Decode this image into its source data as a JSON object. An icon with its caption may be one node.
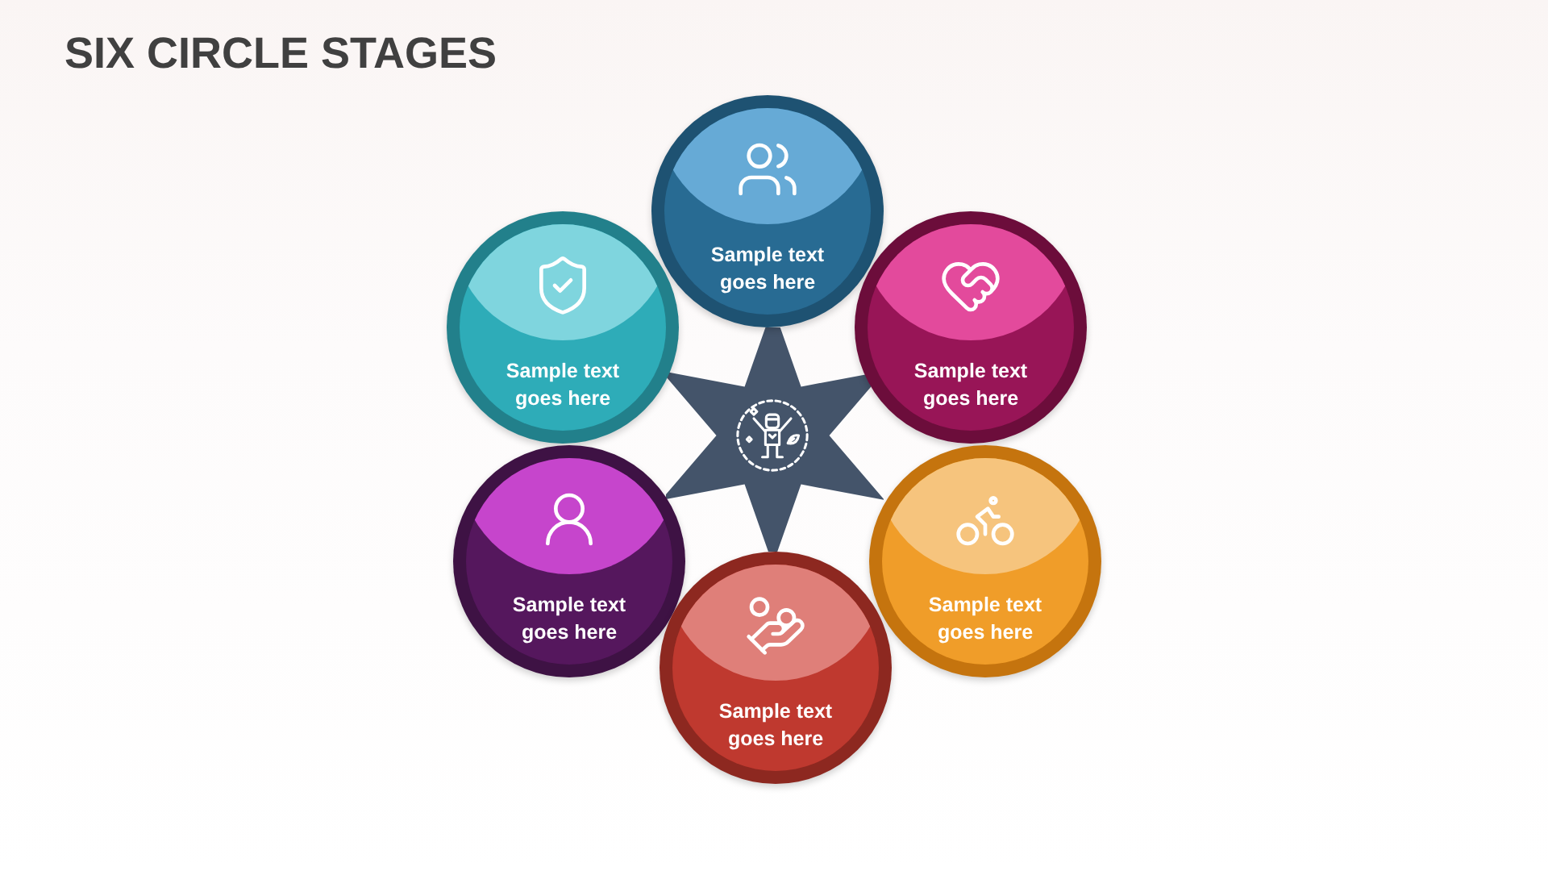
{
  "diagram": {
    "title": "SIX CIRCLE STAGES",
    "nodes": [
      {
        "text": [
          "Sample text goes here"
        ]
      },
      {
        "text": [
          "Sample text goes here"
        ]
      },
      {
        "text": [
          "Sample text goes here"
        ]
      },
      {
        "text": [],
        "shape": "star"
      },
      {
        "text": [
          "Sample text goes here"
        ]
      },
      {
        "text": [
          "Sample text goes here"
        ]
      },
      {
        "text": [
          "Sample text goes here"
        ]
      }
    ]
  }
}
